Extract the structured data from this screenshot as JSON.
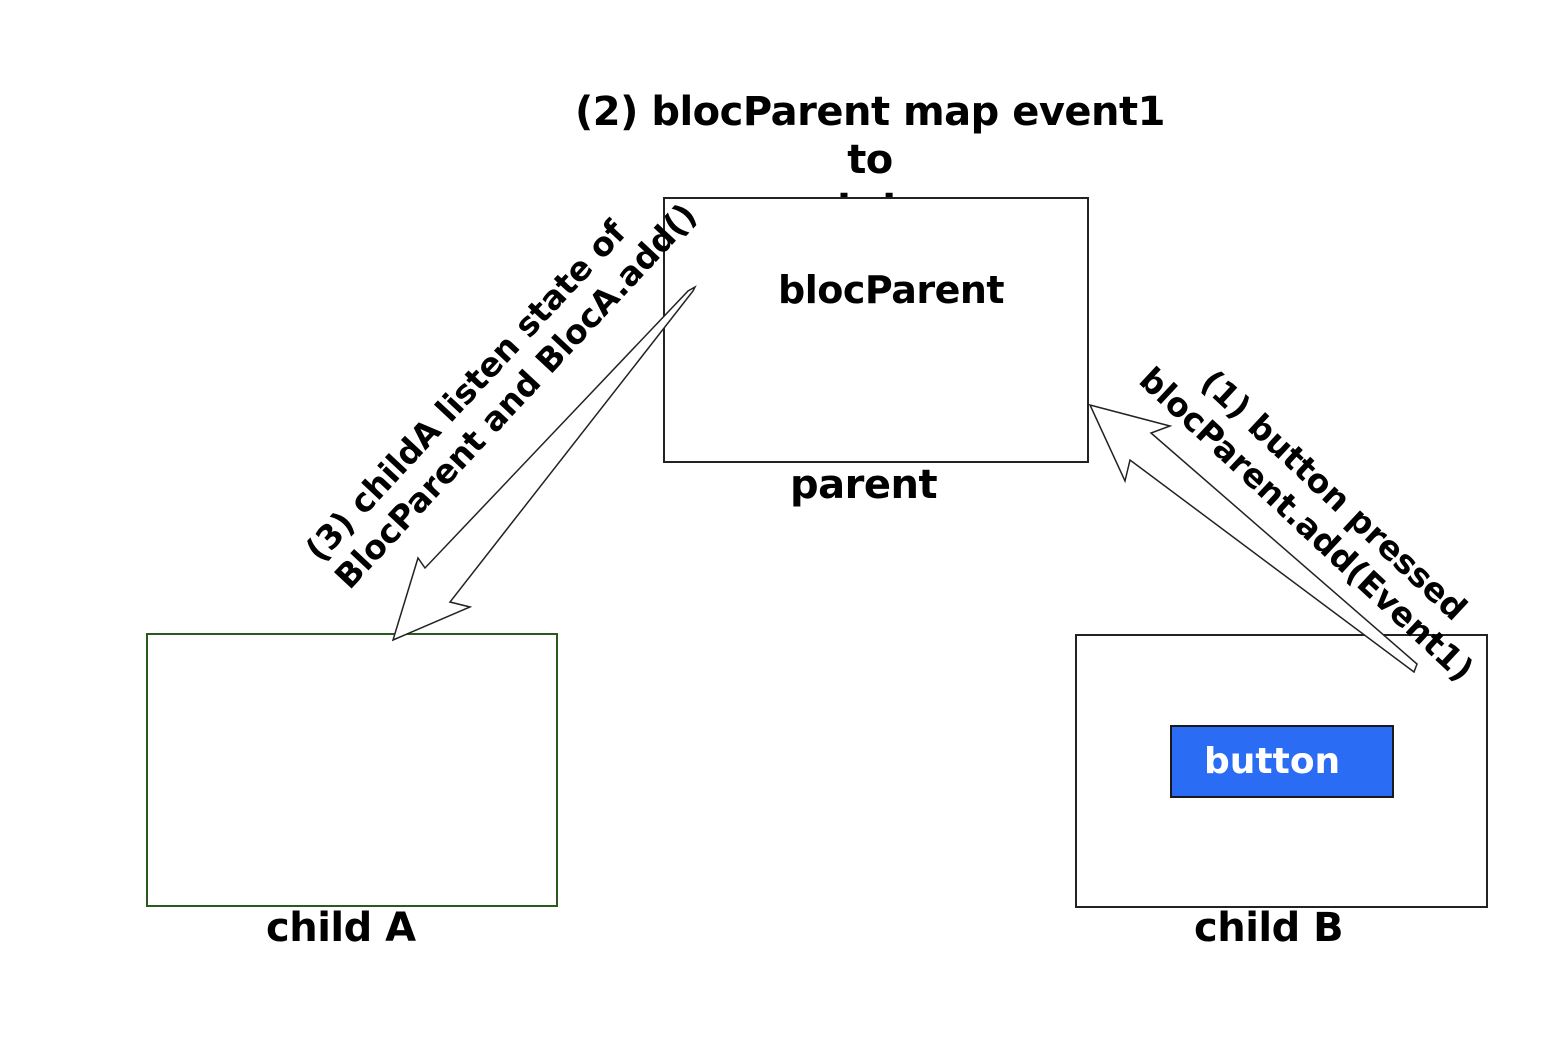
{
  "diagram": {
    "title_lines": [
      "(2) blocParent map event1 to",
      "state"
    ],
    "nodes": {
      "parent": {
        "inner_label": "blocParent",
        "caption": "parent"
      },
      "child_a": {
        "caption": "child A"
      },
      "child_b": {
        "caption": "child B",
        "button_label": "button"
      }
    },
    "edges": {
      "step1": {
        "lines": [
          "(1) button pressed",
          "blocParent.add(Event1)"
        ]
      },
      "step3": {
        "lines": [
          "(3) childA listen state of",
          "BlocParent and BlocA.add()"
        ]
      }
    }
  },
  "colors": {
    "button_fill": "#2b6cf5",
    "child_a_border": "#2a5a1e",
    "line": "#222222"
  }
}
